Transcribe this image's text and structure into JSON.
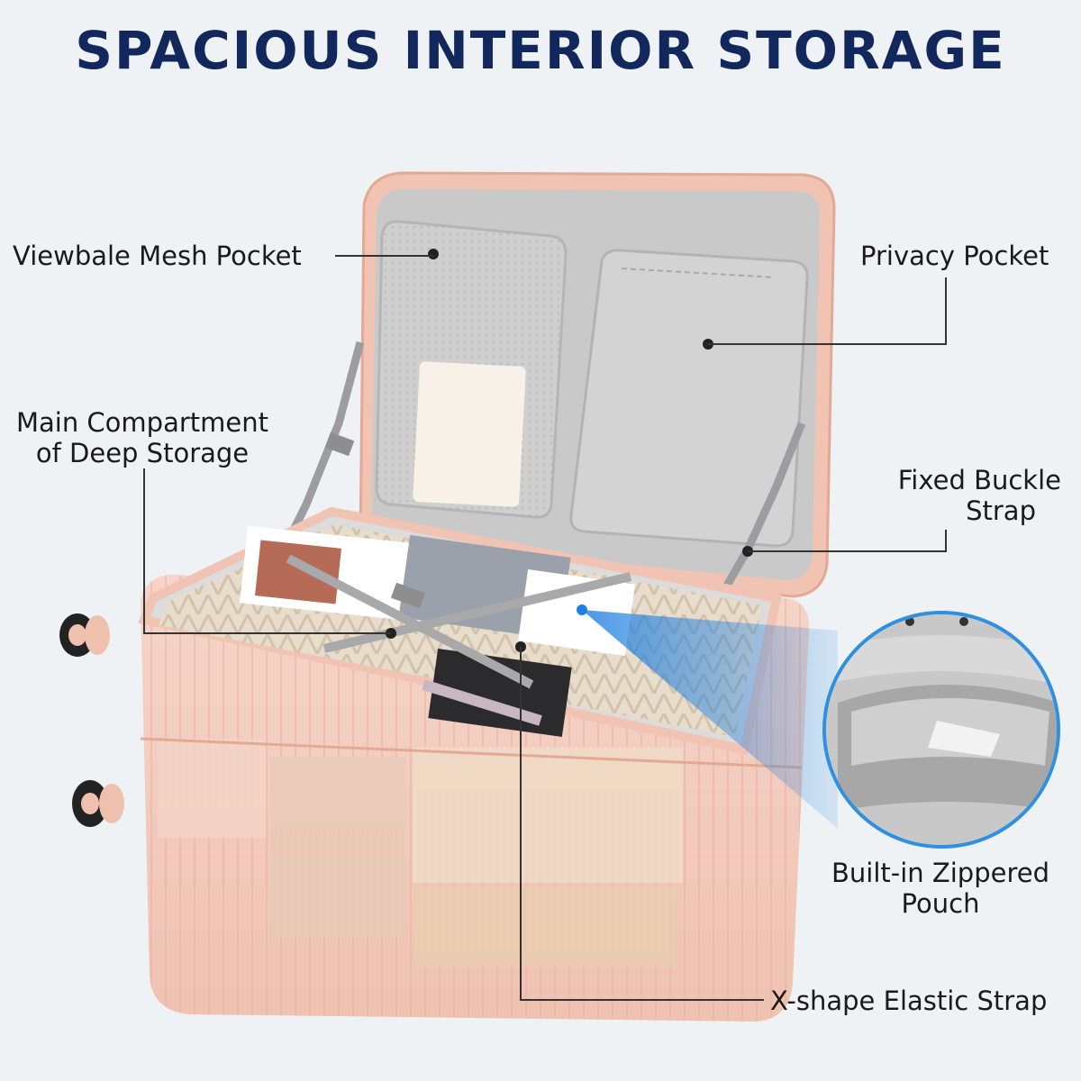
{
  "title": "SPACIOUS INTERIOR STORAGE",
  "callouts": {
    "mesh_pocket": "Viewbale Mesh Pocket",
    "privacy_pocket": "Privacy Pocket",
    "main_compartment_line1": "Main Compartment",
    "main_compartment_line2": "of Deep Storage",
    "buckle_strap_line1": "Fixed Buckle",
    "buckle_strap_line2": "Strap",
    "zippered_pouch_line1": "Built-in Zippered",
    "zippered_pouch_line2": "Pouch",
    "x_strap": "X-shape Elastic Strap"
  },
  "colors": {
    "title": "#12285c",
    "shell_pink": "#f0c4b4",
    "lining_gray": "#c9c9ca",
    "highlight_blue": "#2f8fe0"
  }
}
